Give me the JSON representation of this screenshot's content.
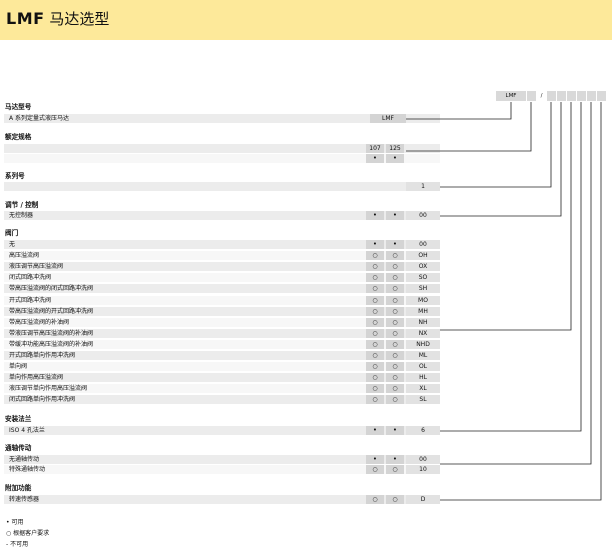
{
  "header": {
    "brand": "LMF",
    "title": "马达选型"
  },
  "code": {
    "prefix": "LMF",
    "separator": "/"
  },
  "sections": {
    "motor": {
      "title": "马达型号",
      "label": "A 系列定量式液压马达",
      "value": "LMF"
    },
    "rated": {
      "title": "额定规格",
      "size1": "107",
      "size2": "125",
      "avail1": "•",
      "avail2": "•"
    },
    "series": {
      "title": "系列号",
      "value": "1"
    },
    "control": {
      "title": "调节 / 控制",
      "label": "无控制器",
      "m1": "•",
      "m2": "•",
      "code": "00"
    },
    "valves": {
      "title": "阀门",
      "rows": [
        {
          "label": "无",
          "m1": "•",
          "m2": "•",
          "code": "00"
        },
        {
          "label": "高压溢流阀",
          "m1": "○",
          "m2": "○",
          "code": "OH"
        },
        {
          "label": "液压调节高压溢流阀",
          "m1": "○",
          "m2": "○",
          "code": "OX"
        },
        {
          "label": "闭式回路冲洗阀",
          "m1": "○",
          "m2": "○",
          "code": "SO"
        },
        {
          "label": "带高压溢流阀的闭式回路冲洗阀",
          "m1": "○",
          "m2": "○",
          "code": "SH"
        },
        {
          "label": "开式回路冲洗阀",
          "m1": "○",
          "m2": "○",
          "code": "MO"
        },
        {
          "label": "带高压溢流阀的开式回路冲洗阀",
          "m1": "○",
          "m2": "○",
          "code": "MH"
        },
        {
          "label": "带高压溢流阀的补油阀",
          "m1": "○",
          "m2": "○",
          "code": "NH"
        },
        {
          "label": "带液压调节高压溢流阀的补油阀",
          "m1": "○",
          "m2": "○",
          "code": "NX"
        },
        {
          "label": "带缓冲功能高压溢流阀的补油阀",
          "m1": "○",
          "m2": "○",
          "code": "NHD"
        },
        {
          "label": "开式回路单向作用冲洗阀",
          "m1": "○",
          "m2": "○",
          "code": "ML"
        },
        {
          "label": "单向阀",
          "m1": "○",
          "m2": "○",
          "code": "OL"
        },
        {
          "label": "单向作用高压溢流阀",
          "m1": "○",
          "m2": "○",
          "code": "HL"
        },
        {
          "label": "液压调节单向作用高压溢流阀",
          "m1": "○",
          "m2": "○",
          "code": "XL"
        },
        {
          "label": "闭式回路单向作用冲洗阀",
          "m1": "○",
          "m2": "○",
          "code": "SL"
        }
      ]
    },
    "flange": {
      "title": "安装法兰",
      "label": "ISO 4 孔法兰",
      "m1": "•",
      "m2": "•",
      "code": "6"
    },
    "through": {
      "title": "通轴传动",
      "rows": [
        {
          "label": "无通轴传动",
          "m1": "•",
          "m2": "•",
          "code": "00"
        },
        {
          "label": "特殊通轴传动",
          "m1": "○",
          "m2": "○",
          "code": "10"
        }
      ]
    },
    "extra": {
      "title": "附加功能",
      "label": "转速传感器",
      "m1": "○",
      "m2": "○",
      "code": "D"
    }
  },
  "legend": {
    "available": "• 可用",
    "on_request": "○ 根据客户要求",
    "not_available": "- 不可用"
  }
}
